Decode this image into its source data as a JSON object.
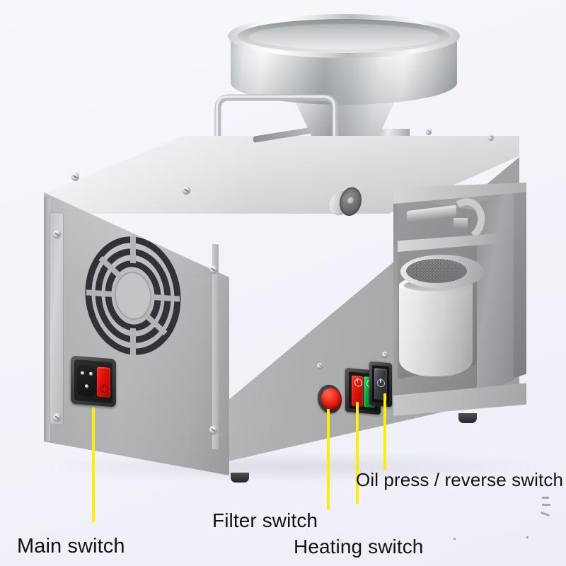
{
  "scene": {
    "subject": "stainless steel oil press machine",
    "background_color": "#f4f4fb",
    "callout_color": "#ffee00",
    "label_color": "#131313"
  },
  "labels": [
    {
      "id": "main-switch",
      "text": "Main switch"
    },
    {
      "id": "filter-switch",
      "text": "Filter switch"
    },
    {
      "id": "heating-switch",
      "text": "Heating switch"
    },
    {
      "id": "oil-press-switch",
      "text": "Oil press / reverse switch"
    }
  ],
  "controls": {
    "main_switch": {
      "type": "iec-power-inlet-with-rocker",
      "rocker_color": "#e01007"
    },
    "filter_switch": {
      "type": "round-push-button",
      "color": "#ee2b18"
    },
    "heating_switch": {
      "type": "dual-rocker",
      "colors": [
        "#df1508",
        "#0ea63c"
      ]
    },
    "oil_press_reverse_switch": {
      "type": "rocker",
      "color": "#3b3d40"
    }
  },
  "parts": {
    "hopper": "stainless steel feed hopper",
    "handle": "carry handle",
    "fan_grille": "cooling fan grille",
    "knob": "adjustment knob",
    "spout": "oil outlet spout",
    "filter_basket": "mesh filter basket",
    "bucket": "oil collection bucket"
  }
}
